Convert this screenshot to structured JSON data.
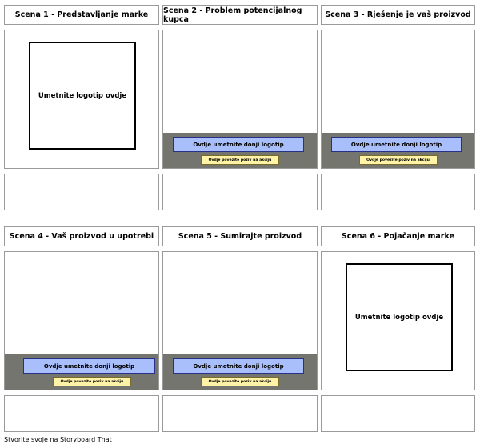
{
  "storyboard": {
    "scenes": [
      {
        "title": "Scena 1 - Predstavljanje marke",
        "logo_text": "Umetnite logotip ovdje"
      },
      {
        "title": "Scena 2 - Problem potencijalnog kupca",
        "lower_logo_text": "Ovdje umetnite donji logotip",
        "cta_text": "Ovdje povezite poziv na akciju"
      },
      {
        "title": "Scena 3 - Rješenje je vaš proizvod",
        "lower_logo_text": "Ovdje umetnite donji logotip",
        "cta_text": "Ovdje povezite poziv na akciju"
      },
      {
        "title": "Scena 4 - Vaš proizvod u upotrebi",
        "lower_logo_text": "Ovdje umetnite donji logotip",
        "cta_text": "Ovdje povezite poziv na akciju"
      },
      {
        "title": "Scena 5 - Sumirajte proizvod",
        "lower_logo_text": "Ovdje umetnite donji logotip",
        "cta_text": "Ovdje povezite poziv na akciju"
      },
      {
        "title": "Scena 6 - Pojačanje marke",
        "logo_text": "Umetnite logotip ovdje"
      }
    ]
  },
  "footer": {
    "credit": "Stvorite svoje na Storyboard That"
  },
  "colors": {
    "footer_band": "#757570",
    "lower_logo_fill": "#a9bffc",
    "cta_fill": "#fff3a8",
    "border": "#9a9a9a"
  }
}
